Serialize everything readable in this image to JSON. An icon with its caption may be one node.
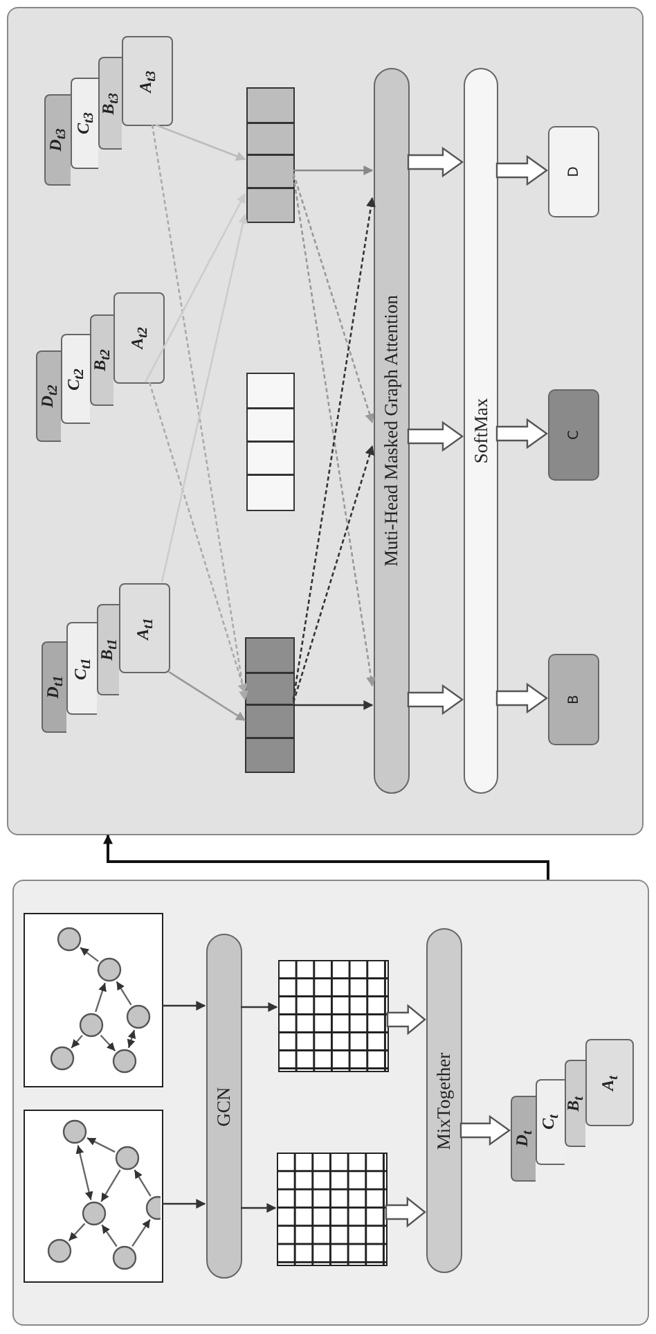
{
  "diagram": {
    "nodes": [
      {
        "text": [],
        "shape": "box"
      },
      {
        "text": [
          "D$_{t3}$"
        ],
        "in": 0
      },
      {
        "text": [
          "C$_{t3}$"
        ],
        "in": 0
      },
      {
        "text": [
          "B$_{t3}$"
        ],
        "in": 0
      },
      {
        "text": [
          "A$_{t3}$"
        ],
        "in": 0
      },
      {
        "text": [
          "D$_{t2}$"
        ],
        "in": 0
      },
      {
        "text": [
          "C$_{t2}$"
        ],
        "in": 0
      },
      {
        "text": [
          "B$_{t2}$"
        ],
        "in": 0
      },
      {
        "text": [
          "A$_{t2}$"
        ],
        "in": 0
      },
      {
        "text": [
          "D$_{t1}$"
        ],
        "in": 0
      },
      {
        "text": [
          "C$_{t1}$"
        ],
        "in": 0
      },
      {
        "text": [
          "B$_{t1}$"
        ],
        "in": 0
      },
      {
        "text": [
          "A$_{t1}$"
        ],
        "in": 0
      },
      {
        "text": [],
        "shape": "bar",
        "in": 0
      },
      {
        "text": [],
        "shape": "bar",
        "in": 0
      },
      {
        "text": [],
        "shape": "bar",
        "in": 0
      },
      {
        "text": [
          "Muti-Head  Masked Graph Attention"
        ],
        "in": 0
      },
      {
        "text": [
          "SoftMax"
        ],
        "in": 0
      },
      {
        "text": [
          "D"
        ],
        "in": 0
      },
      {
        "text": [
          "C"
        ],
        "in": 0
      },
      {
        "text": [
          "B"
        ],
        "in": 0
      },
      {
        "text": [],
        "shape": "box"
      },
      {
        "text": [],
        "shape": "picture",
        "in": 21
      },
      {
        "text": [],
        "shape": "picture",
        "in": 21
      },
      {
        "text": [
          "GCN"
        ],
        "in": 21
      },
      {
        "text": [],
        "shape": "box",
        "in": 21
      },
      {
        "text": [],
        "shape": "box",
        "in": 21
      },
      {
        "text": [
          "MixTogether"
        ],
        "in": 21
      },
      {
        "text": [
          "D$_{t}$"
        ],
        "in": 21
      },
      {
        "text": [
          "C$_{t}$"
        ],
        "in": 21
      },
      {
        "text": [
          "B$_{t}$"
        ],
        "in": 21
      },
      {
        "text": [
          "A$_{t}$"
        ],
        "in": 21
      }
    ],
    "edges": [
      {
        "from": 4,
        "to": 13,
        "arrow": "to",
        "color": "#bbbbbb"
      },
      {
        "from": 4,
        "to": 15,
        "arrow": "to",
        "style": "dashed",
        "color": "#aaaaaa"
      },
      {
        "from": 8,
        "to": 13,
        "arrow": "to",
        "color": "#cccccc"
      },
      {
        "from": 8,
        "to": 15,
        "arrow": "to",
        "style": "dashed",
        "color": "#aaaaaa"
      },
      {
        "from": 12,
        "to": 15,
        "arrow": "to",
        "color": "#999999"
      },
      {
        "from": 12,
        "to": 13,
        "arrow": "to",
        "color": "#cccccc"
      },
      {
        "from": 13,
        "to": 16,
        "arrow": "to",
        "color": "#888888"
      },
      {
        "from": 13,
        "to": 16,
        "arrow": "to",
        "style": "dashed",
        "color": "#999999"
      },
      {
        "from": 13,
        "to": 16,
        "arrow": "to",
        "style": "dashed",
        "color": "#999999"
      },
      {
        "from": 15,
        "to": 16,
        "arrow": "to"
      },
      {
        "from": 15,
        "to": 16,
        "arrow": "to",
        "style": "dashed"
      },
      {
        "from": 15,
        "to": 16,
        "arrow": "to",
        "style": "dashed"
      },
      {
        "from": 16,
        "to": 17,
        "arrow": "to",
        "style": "thick"
      },
      {
        "from": 16,
        "to": 17,
        "arrow": "to",
        "style": "thick"
      },
      {
        "from": 16,
        "to": 17,
        "arrow": "to",
        "style": "thick"
      },
      {
        "from": 17,
        "to": 18,
        "arrow": "to",
        "style": "thick"
      },
      {
        "from": 17,
        "to": 19,
        "arrow": "to",
        "style": "thick"
      },
      {
        "from": 17,
        "to": 20,
        "arrow": "to",
        "style": "thick"
      },
      {
        "from": 21,
        "to": 0,
        "arrow": "to",
        "color": "#111111"
      },
      {
        "from": 22,
        "to": 24,
        "arrow": "to"
      },
      {
        "from": 23,
        "to": 24,
        "arrow": "to"
      },
      {
        "from": 24,
        "to": 25,
        "arrow": "to"
      },
      {
        "from": 24,
        "to": 26,
        "arrow": "to"
      },
      {
        "from": 25,
        "to": 27,
        "arrow": "to",
        "style": "thick"
      },
      {
        "from": 26,
        "to": 27,
        "arrow": "to",
        "style": "thick"
      },
      {
        "from": 27,
        "to": 28,
        "arrow": "to",
        "style": "thick"
      }
    ]
  }
}
